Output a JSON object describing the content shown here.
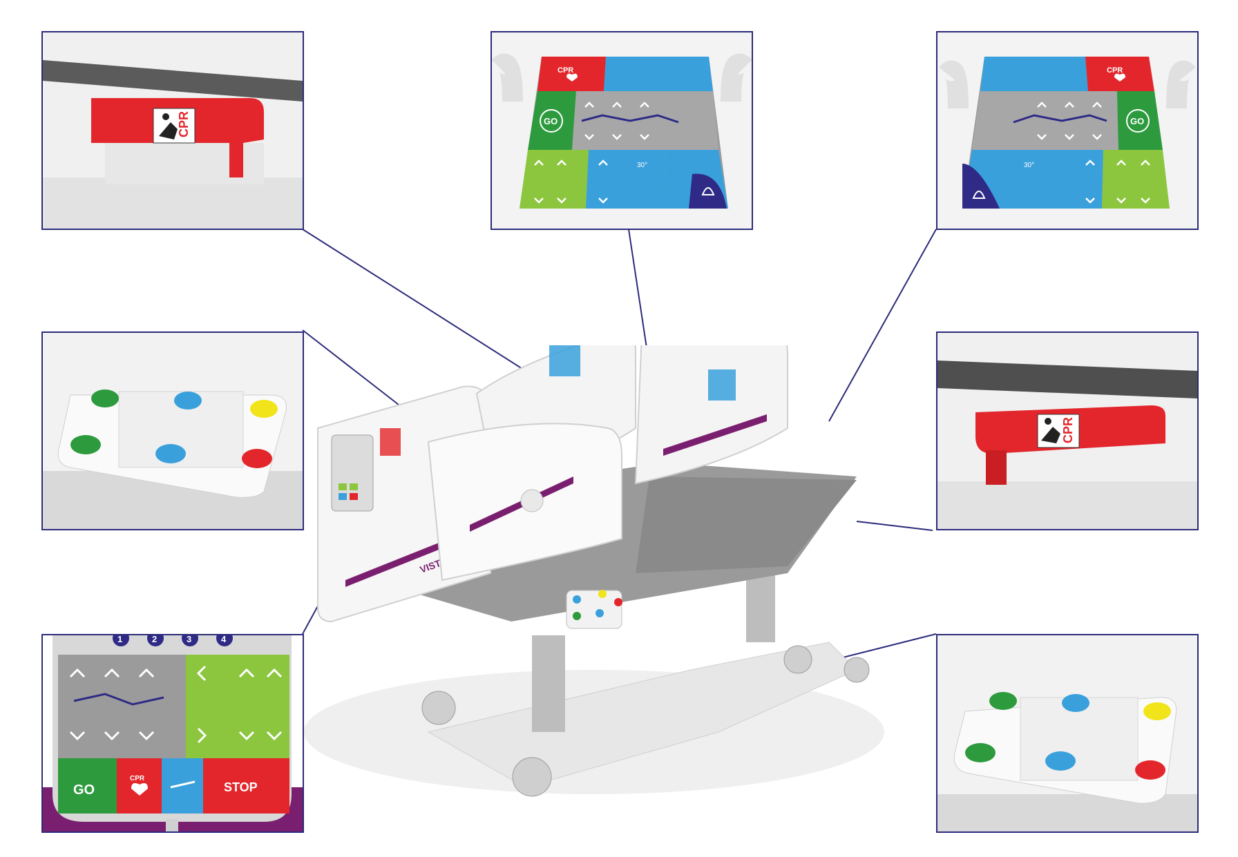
{
  "labels": {
    "cpr": "CPR",
    "go": "GO",
    "stop": "STOP",
    "vista": "VISTA",
    "angle": "30°",
    "keypad_numbers": [
      "1",
      "2",
      "3",
      "4"
    ]
  },
  "colors": {
    "frame": "#2b2a7a",
    "red": "#e3262b",
    "green": "#2d9a3e",
    "lime": "#8cc63f",
    "blue": "#3aa0dc",
    "grey": "#9b9b9b",
    "navy": "#2e2a86",
    "purple": "#7a1f6f",
    "yellow": "#f2e41a"
  }
}
